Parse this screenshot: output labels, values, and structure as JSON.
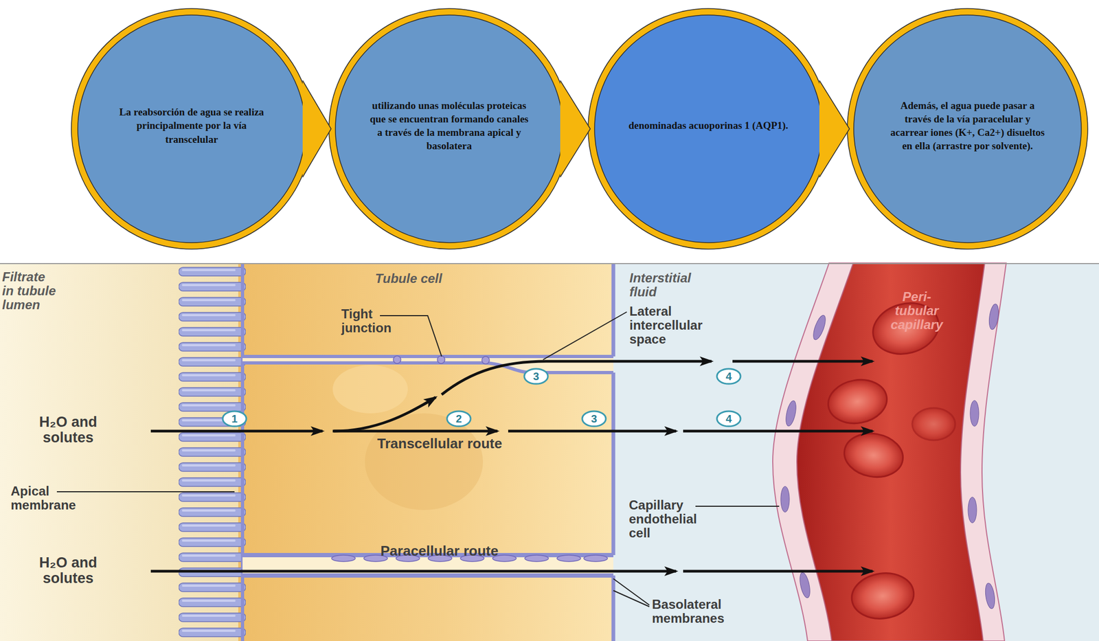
{
  "diagram": {
    "nodes": [
      {
        "text": [
          "La reabsorción de agua se realiza principalmente por la vía transcelular"
        ]
      },
      {
        "text": [
          "utilizando unas moléculas proteicas que se encuentran formando canales a través de la membrana apical y basolatera"
        ]
      },
      {
        "text": [
          "denominadas acuoporinas 1 (AQP1)."
        ]
      },
      {
        "text": [
          "Además, el agua puede pasar a través de la vía paracelular y acarrear iones (K+, Ca2+) disueltos en ella (arrastre por solvente)."
        ]
      }
    ],
    "edges": [
      {
        "from": 0,
        "to": 1,
        "arrow": "to"
      },
      {
        "from": 1,
        "to": 2,
        "arrow": "to"
      },
      {
        "from": 2,
        "to": 3,
        "arrow": "to"
      }
    ],
    "labels": [
      "Filtrate in tubule lumen",
      "Tubule cell",
      "Interstitial fluid",
      "Peri- tubular capillary",
      "Tight junction",
      "Lateral intercellular space",
      "3",
      "4",
      "H₂O and solutes",
      "1",
      "2",
      "3",
      "4",
      "Transcellular route",
      "Apical membrane",
      "Capillary endothelial cell",
      "Paracellular route",
      "H₂O and solutes",
      "Basolateral membranes"
    ]
  }
}
